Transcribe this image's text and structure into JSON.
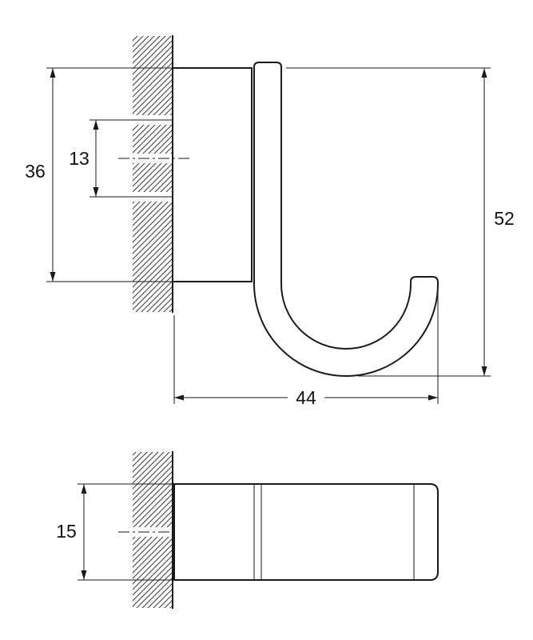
{
  "page": {
    "background": "#ffffff",
    "line_color": "#1a1a1a"
  },
  "drawing": {
    "kind": "technical-dimension-drawing",
    "subject": "wall-mounted hook, side and plan views",
    "front_view": {
      "dim_plate_height": "36",
      "dim_hole_spacing": "13",
      "dim_total_height": "52",
      "dim_depth": "44"
    },
    "top_view": {
      "dim_width": "15"
    }
  }
}
